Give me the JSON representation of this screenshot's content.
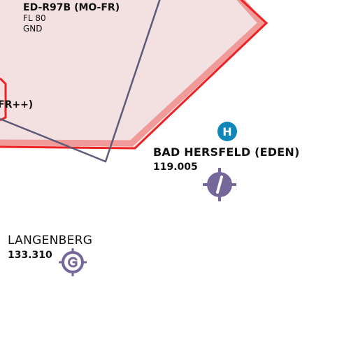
{
  "map": {
    "colors": {
      "restricted_fill": "#f3e0e1",
      "restricted_border": "#ee2222",
      "restricted_halo": "#f09a9a",
      "boundary_line": "#5f5a78",
      "airfield_symbol": "#75679a",
      "heliport": "#1187b8"
    },
    "zones": [
      {
        "name": "ED-R97B (MO-FR)",
        "upper_limit": "FL 80",
        "lower_limit": "GND"
      },
      {
        "name_fragment": "FR++)"
      }
    ],
    "airfields": [
      {
        "name": "BAD HERSFELD (EDEN)",
        "frequency": "119.005",
        "icon": "airfield-paved-runway-icon"
      },
      {
        "name": "LANGENBERG",
        "frequency": "133.310",
        "icon": "glider-site-icon"
      }
    ],
    "heliport": {
      "letter": "H",
      "icon": "heliport-icon"
    }
  }
}
